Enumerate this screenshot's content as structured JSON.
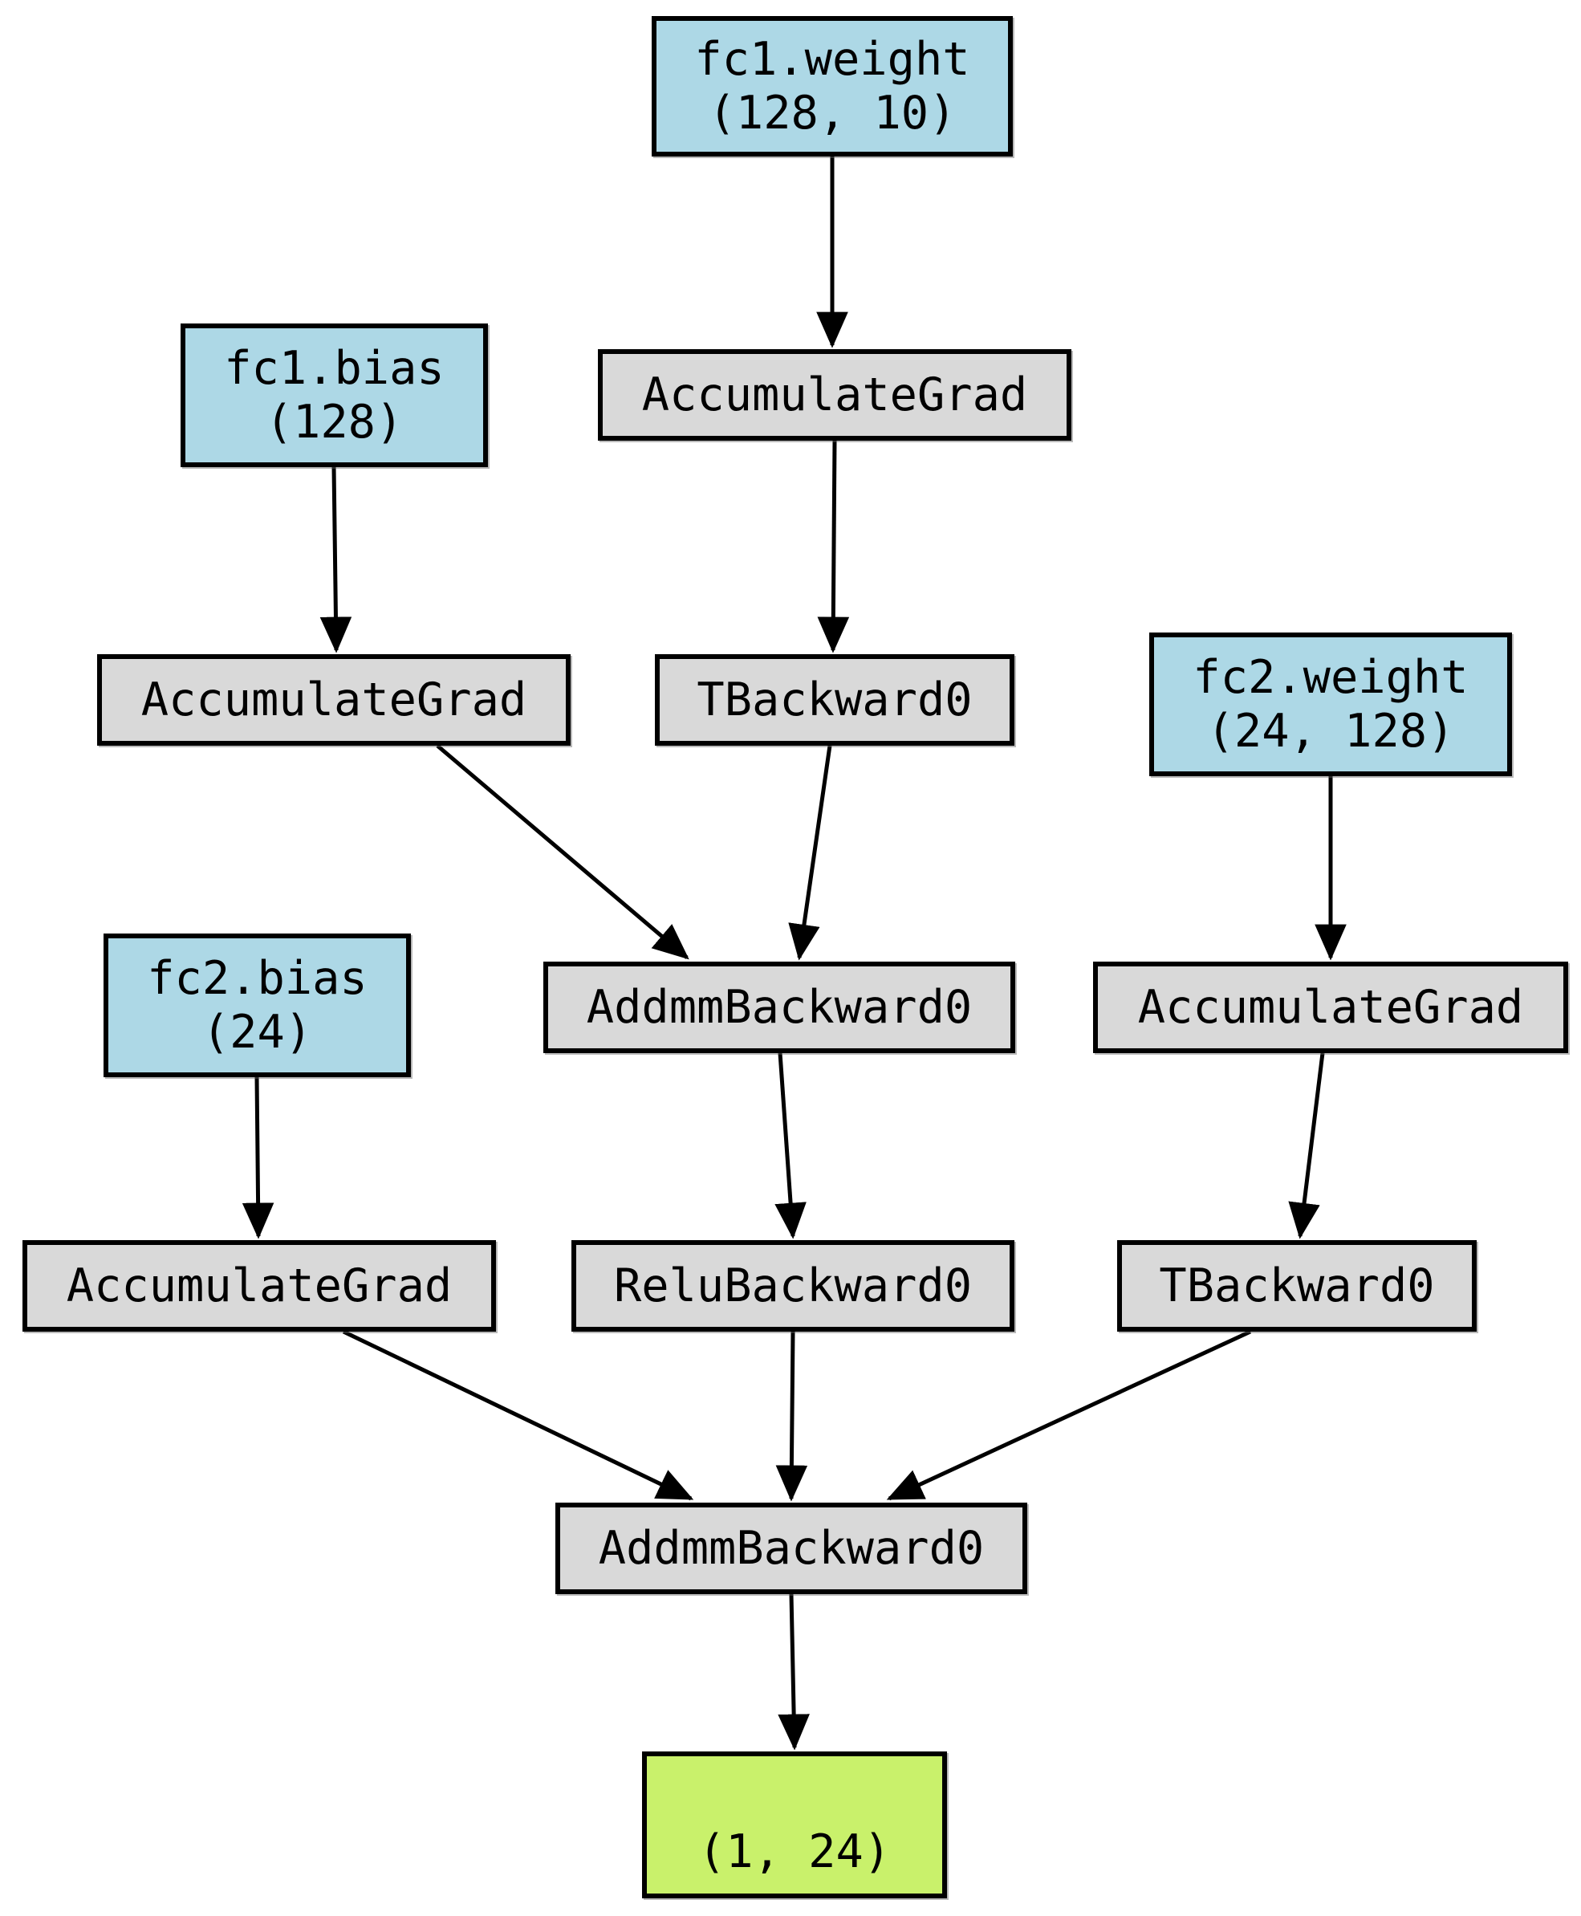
{
  "diagram": {
    "type": "pytorch-autograd-graph",
    "colors": {
      "parameter_fill": "#add8e6",
      "op_fill": "#d9d9d9",
      "output_fill": "#c9f16b",
      "border": "#000000",
      "edge": "#000000",
      "background": "#ffffff"
    },
    "nodes": {
      "fc1_weight": {
        "name": "fc1.weight",
        "shape": "(128, 10)",
        "kind": "parameter"
      },
      "fc1_bias": {
        "name": "fc1.bias",
        "shape": "(128)",
        "kind": "parameter"
      },
      "fc2_weight": {
        "name": "fc2.weight",
        "shape": "(24, 128)",
        "kind": "parameter"
      },
      "fc2_bias": {
        "name": "fc2.bias",
        "shape": "(24)",
        "kind": "parameter"
      },
      "acc_fc1_weight": {
        "label": "AccumulateGrad",
        "kind": "op"
      },
      "acc_fc1_bias": {
        "label": "AccumulateGrad",
        "kind": "op"
      },
      "acc_fc2_weight": {
        "label": "AccumulateGrad",
        "kind": "op"
      },
      "acc_fc2_bias": {
        "label": "AccumulateGrad",
        "kind": "op"
      },
      "t_fc1_weight": {
        "label": "TBackward0",
        "kind": "op"
      },
      "t_fc2_weight": {
        "label": "TBackward0",
        "kind": "op"
      },
      "addmm_1": {
        "label": "AddmmBackward0",
        "kind": "op"
      },
      "relu": {
        "label": "ReluBackward0",
        "kind": "op"
      },
      "addmm_2": {
        "label": "AddmmBackward0",
        "kind": "op"
      },
      "output": {
        "label": "(1, 24)",
        "kind": "output"
      }
    },
    "edges": [
      [
        "fc1_weight",
        "acc_fc1_weight"
      ],
      [
        "fc1_bias",
        "acc_fc1_bias"
      ],
      [
        "acc_fc1_weight",
        "t_fc1_weight"
      ],
      [
        "fc2_weight",
        "acc_fc2_weight"
      ],
      [
        "acc_fc1_bias",
        "addmm_1"
      ],
      [
        "t_fc1_weight",
        "addmm_1"
      ],
      [
        "fc2_bias",
        "acc_fc2_bias"
      ],
      [
        "addmm_1",
        "relu"
      ],
      [
        "acc_fc2_weight",
        "t_fc2_weight"
      ],
      [
        "acc_fc2_bias",
        "addmm_2"
      ],
      [
        "relu",
        "addmm_2"
      ],
      [
        "t_fc2_weight",
        "addmm_2"
      ],
      [
        "addmm_2",
        "output"
      ]
    ]
  }
}
